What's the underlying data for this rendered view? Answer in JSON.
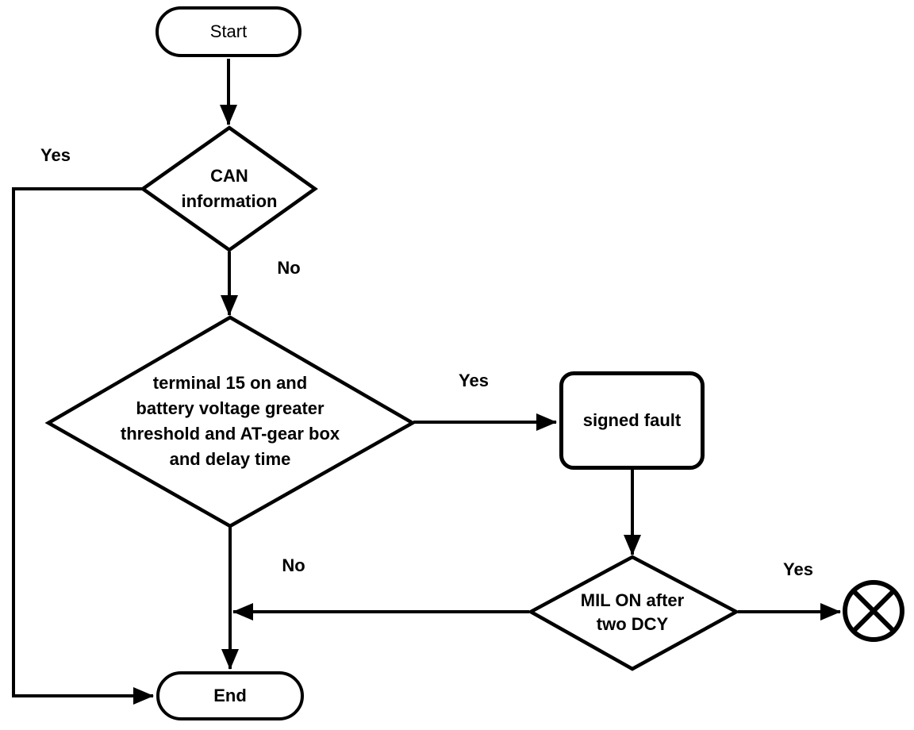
{
  "diagram": {
    "background_color": "#ffffff",
    "line_color": "#000000",
    "nodes": {
      "start": {
        "type": "terminator",
        "label": "Start"
      },
      "can": {
        "type": "decision",
        "lines": [
          "CAN",
          "information"
        ]
      },
      "condition": {
        "type": "decision",
        "lines": [
          "terminal 15 on and",
          "battery voltage greater",
          "threshold and AT-gear box",
          "and delay time"
        ]
      },
      "signed_fault": {
        "type": "process",
        "label": "signed fault"
      },
      "mil": {
        "type": "decision",
        "lines": [
          "MIL ON after",
          "two DCY"
        ]
      },
      "end": {
        "type": "terminator",
        "label": "End"
      },
      "connector": {
        "type": "crossed-circle"
      }
    },
    "edge_labels": {
      "can_yes": "Yes",
      "can_no": "No",
      "condition_yes": "Yes",
      "condition_no": "No",
      "mil_yes": "Yes"
    }
  }
}
